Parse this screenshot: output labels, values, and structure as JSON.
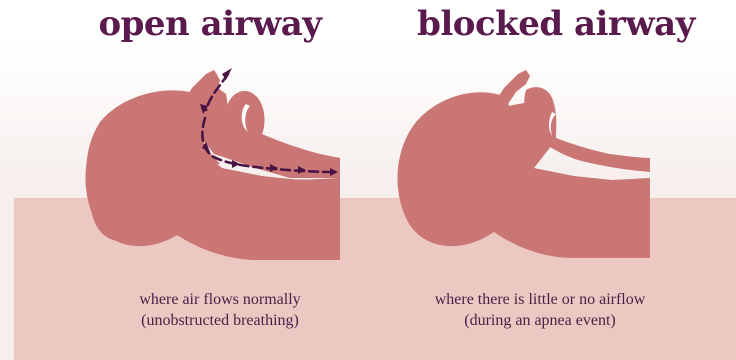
{
  "panels": {
    "open": {
      "title": "open airway",
      "caption_line1": "where air flows normally",
      "caption_line2": "(unobstructed breathing)"
    },
    "blocked": {
      "title": "blocked airway",
      "caption_line1": "where there is little or no airflow",
      "caption_line2": "(during an apnea event)"
    }
  },
  "colors": {
    "head": "#c97674",
    "background_panel": "#ecc8c3",
    "heading_text": "#5a1a4e",
    "airflow_arrow": "#4a1446"
  }
}
